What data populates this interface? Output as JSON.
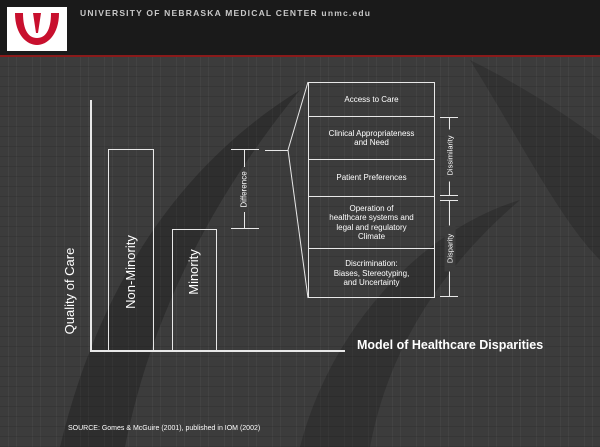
{
  "header": {
    "institution": "UNIVERSITY OF NEBRASKA MEDICAL CENTER unmc.edu"
  },
  "diagram": {
    "y_axis_label": "Quality of Care",
    "bars": [
      {
        "label": "Non-Minority"
      },
      {
        "label": "Minority"
      }
    ],
    "difference_label": "Difference",
    "factors": [
      "Access to Care",
      "Clinical Appropriateness\nand Need",
      "Patient Preferences",
      "Operation of\nhealthcare systems and\nlegal and regulatory\nClimate",
      "Discrimination:\nBiases, Stereotyping,\nand Uncertainty"
    ],
    "dissimilarity_label": "Dissimilarity",
    "disparity_label": "Disparity",
    "title": "Model of Healthcare Disparities"
  },
  "footer": {
    "source": "SOURCE: Gomes & McGuire (2001), published in IOM (2002)"
  },
  "colors": {
    "header_bg": "#1a1a1a",
    "slide_bg": "#3c3c3c",
    "accent": "#c8102e",
    "line": "#e8e8e8",
    "text": "#ffffff"
  }
}
